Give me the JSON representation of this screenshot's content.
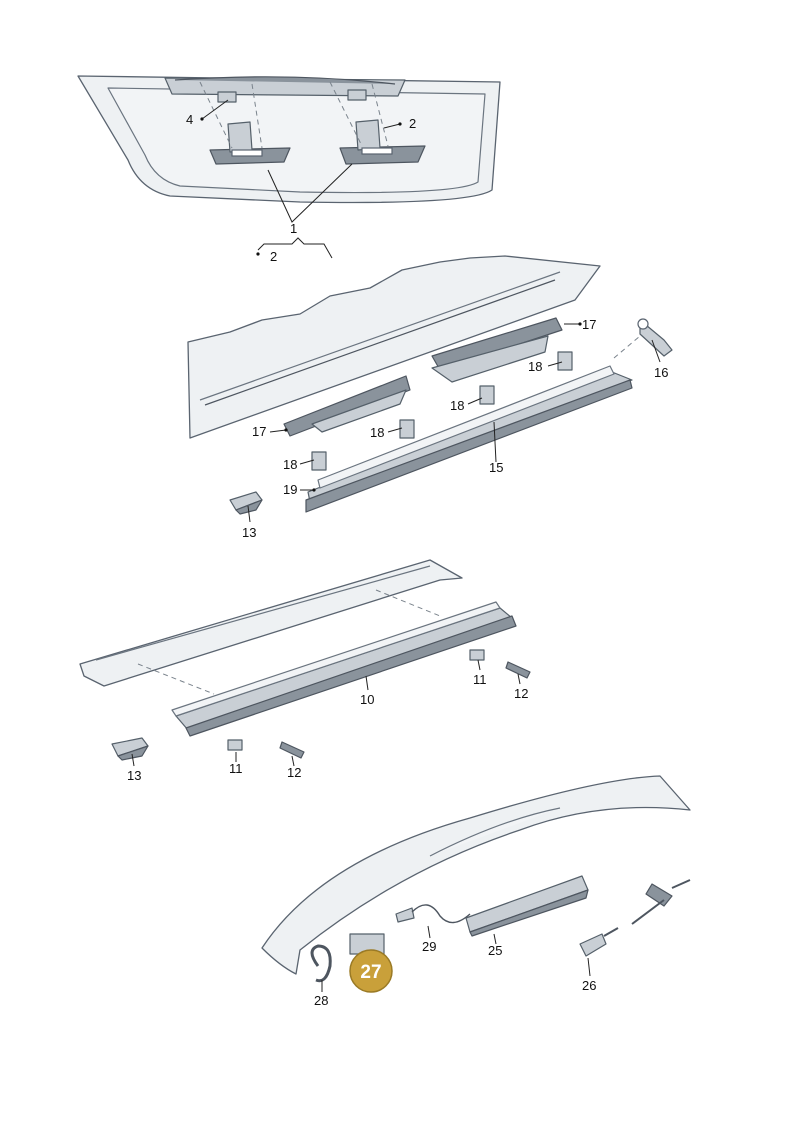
{
  "callouts": [
    {
      "id": "1",
      "text": "1"
    },
    {
      "id": "2a",
      "text": "2"
    },
    {
      "id": "2b",
      "text": "2"
    },
    {
      "id": "4",
      "text": "4"
    },
    {
      "id": "17a",
      "text": "17"
    },
    {
      "id": "17b",
      "text": "17"
    },
    {
      "id": "16",
      "text": "16"
    },
    {
      "id": "18a",
      "text": "18"
    },
    {
      "id": "18b",
      "text": "18"
    },
    {
      "id": "18c",
      "text": "18"
    },
    {
      "id": "18d",
      "text": "18"
    },
    {
      "id": "15",
      "text": "15"
    },
    {
      "id": "19",
      "text": "19"
    },
    {
      "id": "13a",
      "text": "13"
    },
    {
      "id": "10",
      "text": "10"
    },
    {
      "id": "11a",
      "text": "11"
    },
    {
      "id": "12a",
      "text": "12"
    },
    {
      "id": "13b",
      "text": "13"
    },
    {
      "id": "11b",
      "text": "11"
    },
    {
      "id": "12b",
      "text": "12"
    },
    {
      "id": "29",
      "text": "29"
    },
    {
      "id": "25",
      "text": "25"
    },
    {
      "id": "28",
      "text": "28"
    },
    {
      "id": "26",
      "text": "26"
    }
  ],
  "highlight": {
    "text": "27",
    "color": "#c9a03a",
    "border": "#9a7a25"
  },
  "colors": {
    "line": "#5a6470",
    "fill": "#eef1f3",
    "dark": "#8a939c"
  }
}
